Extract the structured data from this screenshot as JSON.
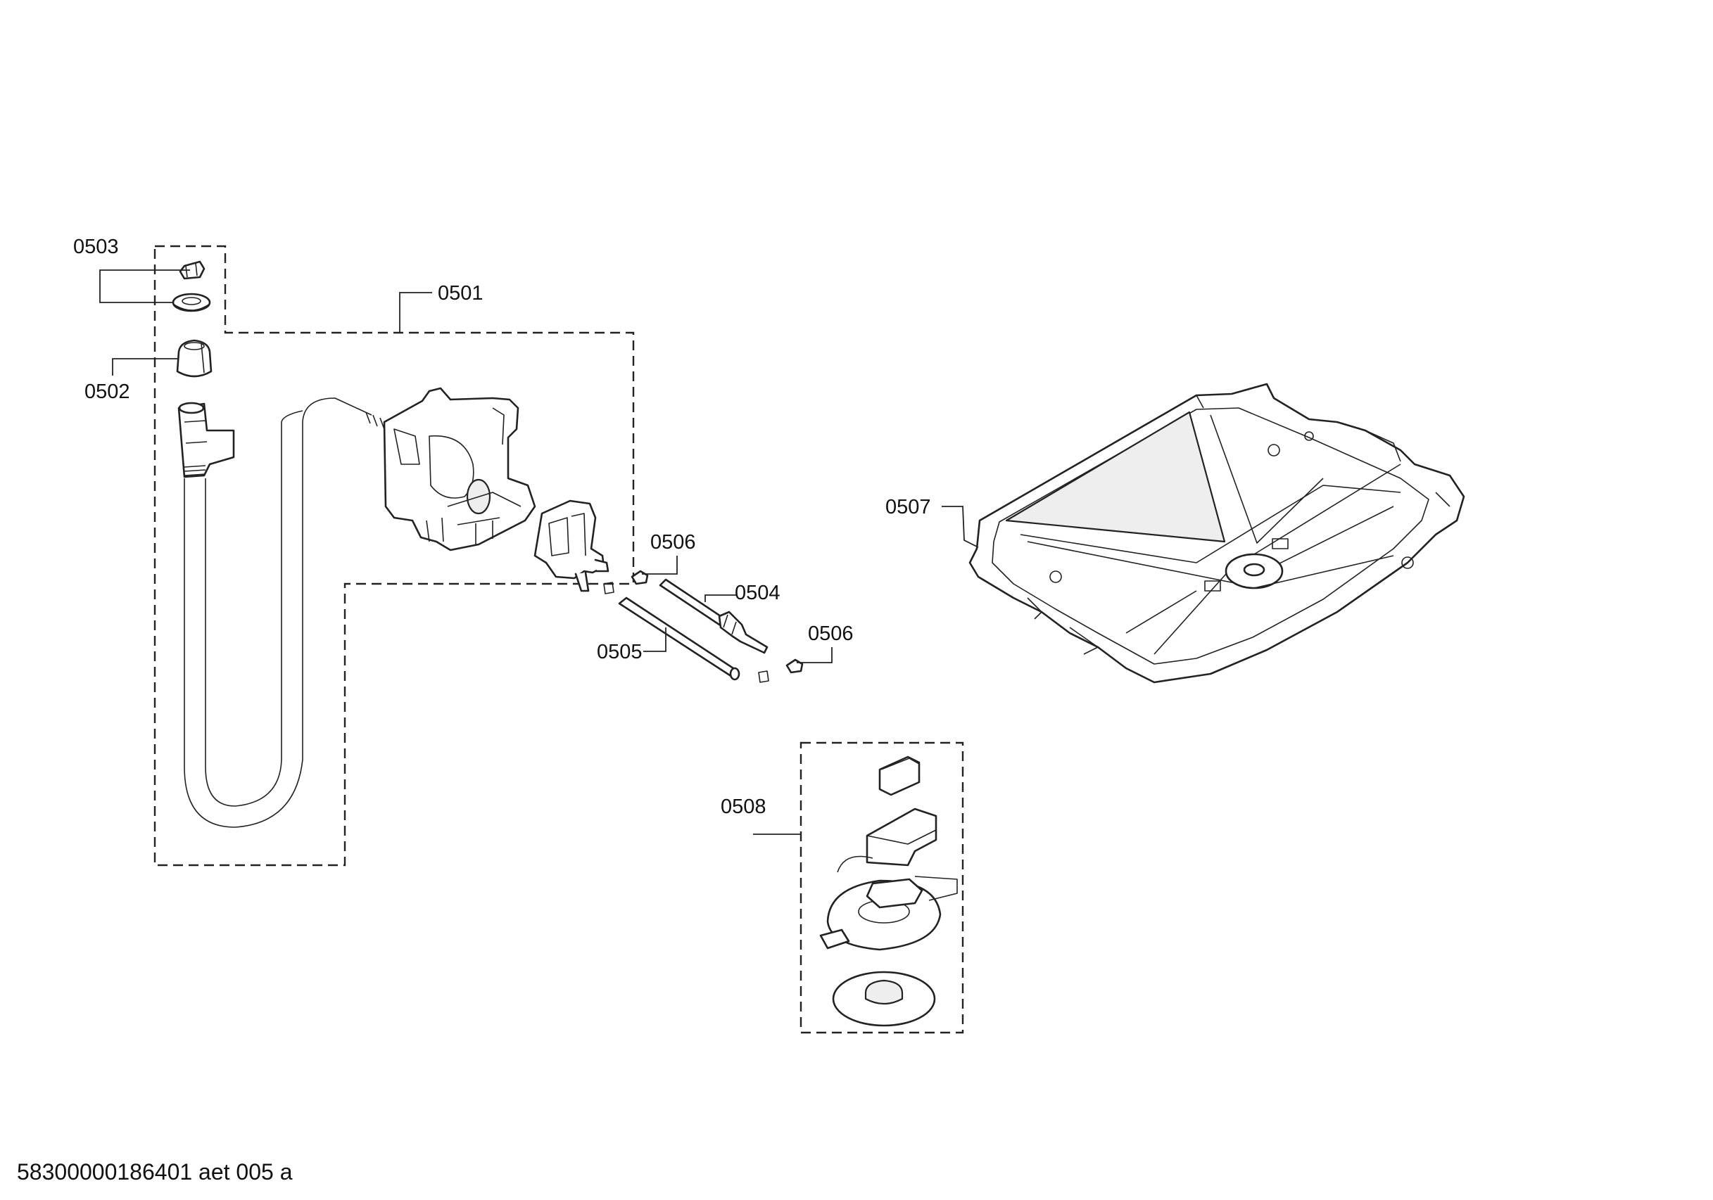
{
  "callouts": {
    "c0501": "0501",
    "c0502": "0502",
    "c0503": "0503",
    "c0504": "0504",
    "c0505": "0505",
    "c0506a": "0506",
    "c0506b": "0506",
    "c0507": "0507",
    "c0508": "0508"
  },
  "footer": {
    "code": "58300000186401 aet 005 a"
  }
}
